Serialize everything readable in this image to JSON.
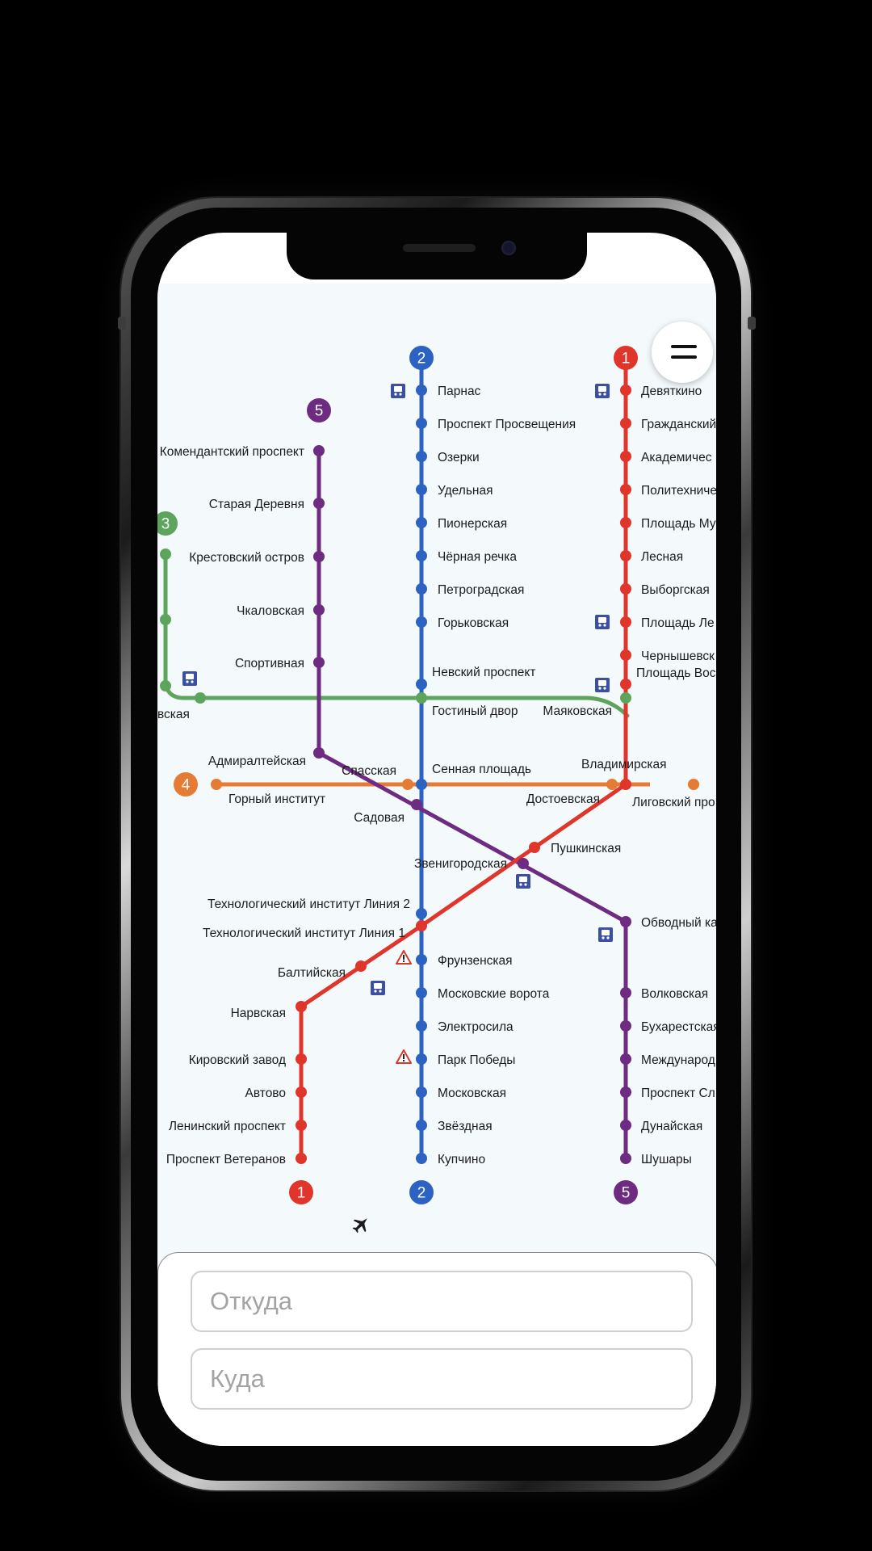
{
  "map": {
    "colors": {
      "line1": "#e0352b",
      "line2": "#2c63c2",
      "line3": "#5da45c",
      "line4": "#e57b35",
      "line5": "#6e2b82",
      "background": "#f4fafc"
    },
    "line_badges": {
      "line2_top": "2",
      "line1_top": "1",
      "line5_top": "5",
      "line3_left": "3",
      "line4_left": "4",
      "line1_bottom": "1",
      "line2_bottom": "2",
      "line5_bottom": "5"
    },
    "stations": {
      "parnas": "Парнас",
      "prospekt_prosvescheniya": "Проспект Просвещения",
      "ozerki": "Озерки",
      "udelnaya": "Удельная",
      "pionerskaya": "Пионерская",
      "chernaya_rechka": "Чёрная речка",
      "petrogradskaya": "Петроградская",
      "gorkovskaya": "Горьковская",
      "nevsky": "Невский проспект",
      "gostiny": "Гостиный двор",
      "sennaya": "Сенная площадь",
      "tech_2": "Технологический институт Линия 2",
      "tech_1": "Технологический институт Линия 1",
      "frunzenskaya": "Фрунзенская",
      "moskovskie_vorota": "Московские ворота",
      "elektrosila": "Электросила",
      "park_pobedy": "Парк Победы",
      "moskovskaya": "Московская",
      "zvezdnaya": "Звёздная",
      "kupchino": "Купчино",
      "devyatkino": "Девяткино",
      "grazhdansky": "Гражданский",
      "akademicheskaya": "Академичес",
      "politekhnicheskaya": "Политехниче",
      "ploschad_muzhestva": "Площадь Му",
      "lesnaya": "Лесная",
      "vyborgskaya": "Выборгская",
      "ploschad_lenina": "Площадь Ле",
      "chernyshevskaya": "Чернышевск",
      "ploschad_vosstaniya": "Площадь Вос",
      "mayakovskaya": "Маяковская",
      "vladimirskaya": "Владимирская",
      "dostoevskaya": "Достоевская",
      "ligovsky": "Лиговский про",
      "pushkinskaya": "Пушкинская",
      "obvodny": "Обводный ка",
      "volkovskaya": "Волковская",
      "bukharestskaya": "Бухарестская",
      "mezhdunarodnaya": "Международ",
      "prospekt_slavy": "Проспект Сл",
      "dunayskaya": "Дунайская",
      "shushary": "Шушары",
      "komendantsky": "Комендантский проспект",
      "staraya_derevnya": "Старая Деревня",
      "krestovsky": "Крестовский остров",
      "chkalovskaya": "Чкаловская",
      "sportivnaya": "Спортивная",
      "admiralteyskaya": "Адмиралтейская",
      "vasileostrovskaya": "вская",
      "spasskaya": "Спасская",
      "sadovaya": "Садовая",
      "gorny": "Горный институт",
      "zvenigorodskaya": "Звенигородская",
      "baltiyskaya": "Балтийская",
      "narvskaya": "Нарвская",
      "kirovsky": "Кировский завод",
      "avtovo": "Автово",
      "leninsky": "Ленинский проспект",
      "veteranov": "Проспект Ветеранов"
    },
    "icons": {
      "station_transfer": "bus-icon",
      "warning": "warning-icon",
      "airport": "airplane-icon",
      "menu": "hamburger-menu-icon"
    }
  },
  "route_form": {
    "from_placeholder": "Откуда",
    "to_placeholder": "Куда"
  }
}
